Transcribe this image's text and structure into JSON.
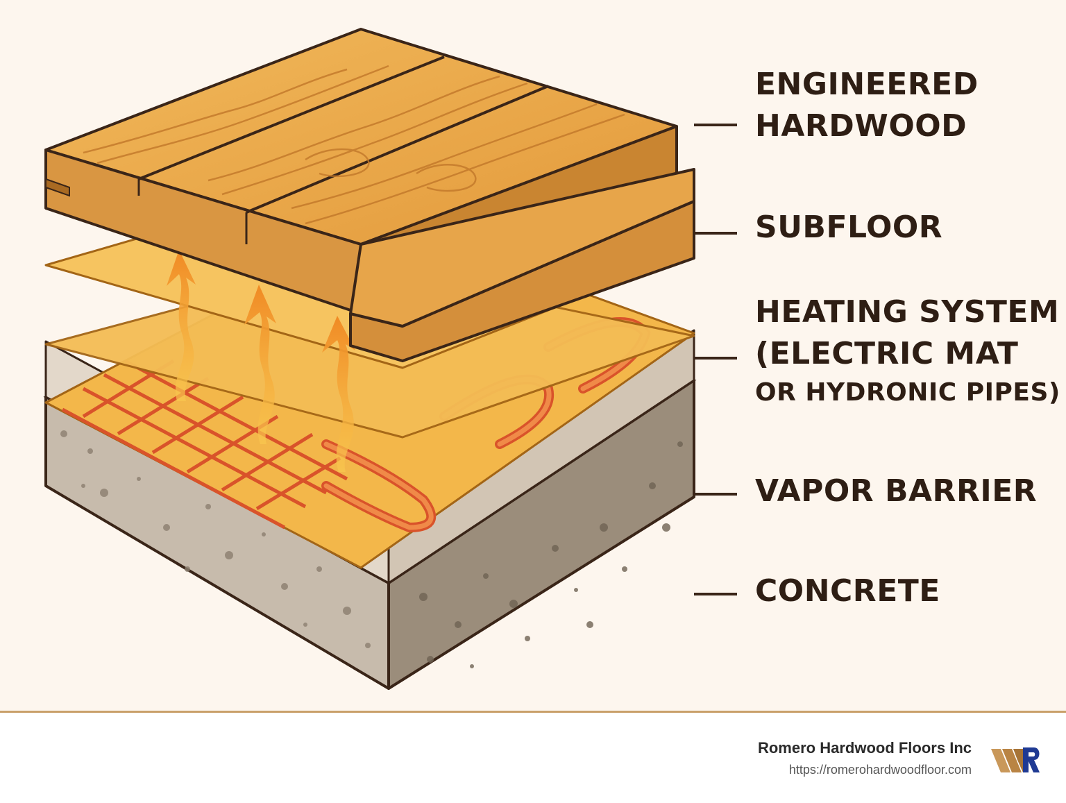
{
  "labels": {
    "engineered_hardwood": [
      "ENGINEERED",
      "HARDWOOD"
    ],
    "subfloor": "SUBFLOOR",
    "heating_system": [
      "HEATING SYSTEM",
      "(ELECTRIC MAT",
      "OR HYDRONIC PIPES)"
    ],
    "vapor_barrier": "VAPOR BARRIER",
    "concrete": "CONCRETE"
  },
  "footer": {
    "company": "Romero Hardwood Floors Inc",
    "url": "https://romerohardwoodfloor.com",
    "logo_letter": "R"
  },
  "colors": {
    "background": "#fdf6ee",
    "wood": "#e9a94a",
    "wood_dark": "#c98531",
    "subfloor": "#f2b64a",
    "heating_pipe": "#d9532a",
    "vapor_barrier": "#ddd2c4",
    "concrete": "#a89a88",
    "outline": "#3a2518",
    "heat_arrow": "#f5a623",
    "logo_blue": "#1f3a93"
  }
}
